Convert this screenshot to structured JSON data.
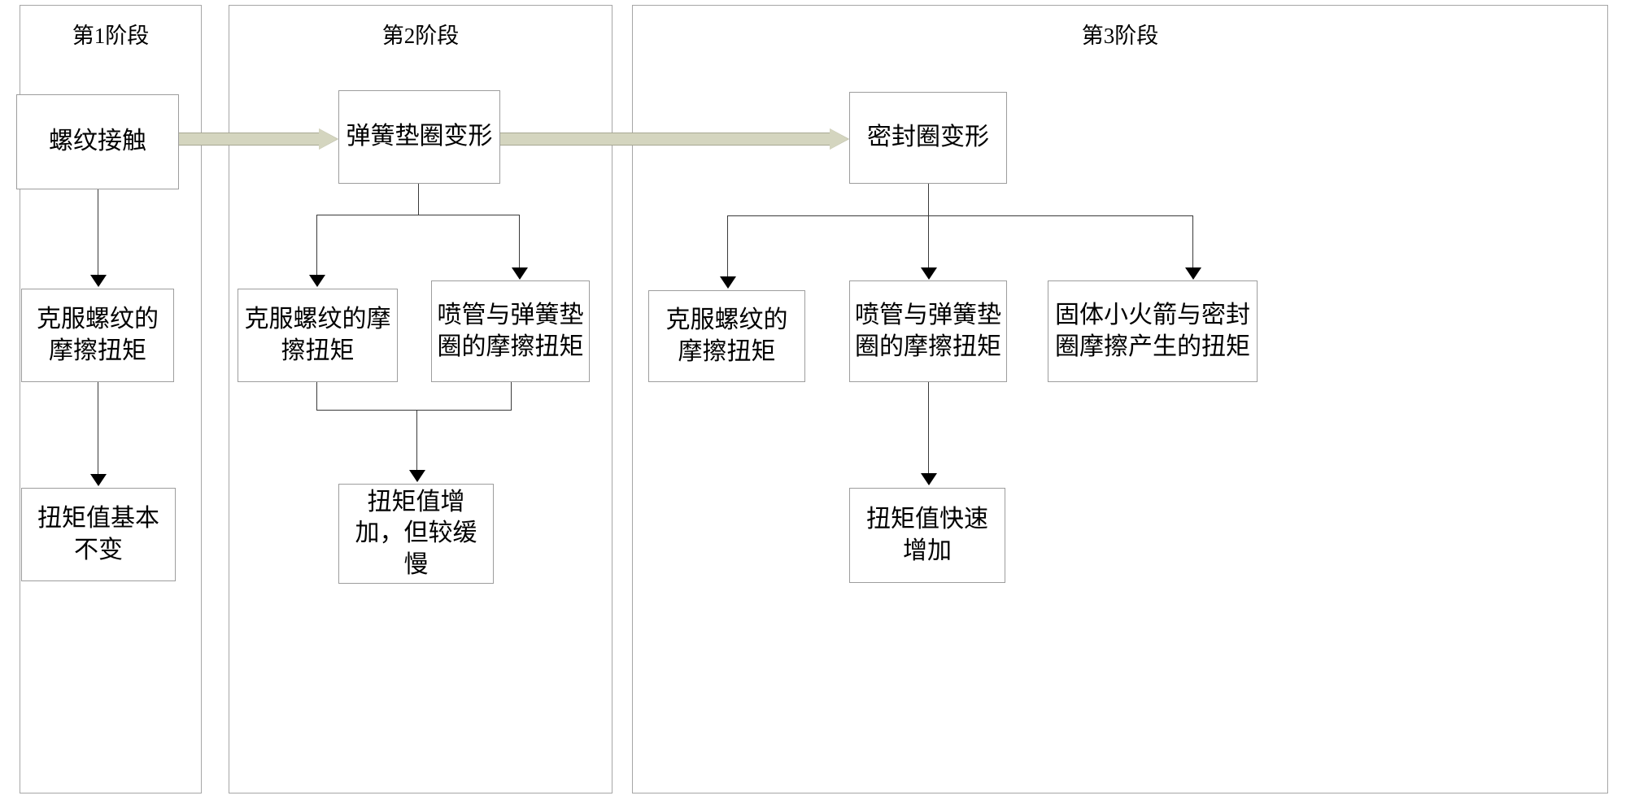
{
  "diagram": {
    "type": "flowchart",
    "title_visible": false,
    "colors": {
      "panel_border": "#a6a6a6",
      "node_border": "#9d9d9d",
      "node_fill": "#ffffff",
      "connector": "#3a3a3a",
      "block_arrow_fill": "#d4d5bf",
      "block_arrow_border": "#a8a893",
      "text": "#000000"
    },
    "phases": [
      {
        "id": "phase-1",
        "title": "第1阶段",
        "nodes": [
          {
            "id": "p1-n1",
            "label": "螺纹接触"
          },
          {
            "id": "p1-n2",
            "label": "克服螺纹的摩擦扭矩"
          },
          {
            "id": "p1-n3",
            "label": "扭矩值基本不变"
          }
        ]
      },
      {
        "id": "phase-2",
        "title": "第2阶段",
        "nodes": [
          {
            "id": "p2-n1",
            "label": "弹簧垫圈变形"
          },
          {
            "id": "p2-n2",
            "label": "克服螺纹的摩擦扭矩"
          },
          {
            "id": "p2-n3",
            "label": "喷管与弹簧垫圈的摩擦扭矩"
          },
          {
            "id": "p2-n4",
            "label": "扭矩值增加，但较缓慢"
          }
        ]
      },
      {
        "id": "phase-3",
        "title": "第3阶段",
        "nodes": [
          {
            "id": "p3-n1",
            "label": "密封圈变形"
          },
          {
            "id": "p3-n2",
            "label": "克服螺纹的摩擦扭矩"
          },
          {
            "id": "p3-n3",
            "label": "喷管与弹簧垫圈的摩擦扭矩"
          },
          {
            "id": "p3-n4",
            "label": "固体小火箭与密封圈摩擦产生的扭矩"
          },
          {
            "id": "p3-n5",
            "label": "扭矩值快速增加"
          }
        ]
      }
    ],
    "stage_arrows": [
      {
        "id": "arrow-stage1-to-stage2",
        "from": "p1-n1",
        "to": "p2-n1"
      },
      {
        "id": "arrow-stage2-to-stage3",
        "from": "p2-n1",
        "to": "p3-n1"
      }
    ]
  }
}
